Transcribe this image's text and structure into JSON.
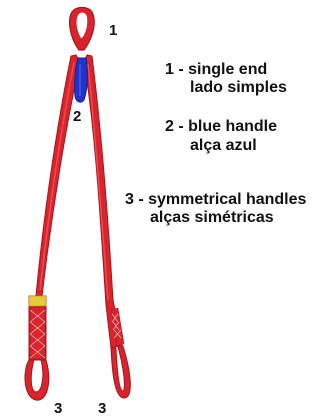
{
  "colors": {
    "strap": "#d8242c",
    "strap_dark": "#a8141b",
    "strap_light": "#ee4a50",
    "handle": "#2233cc",
    "label_tag": "#e8c840",
    "text": "#111111"
  },
  "callouts": {
    "top_number": "1",
    "handle_number": "2",
    "left_bottom_number": "3",
    "right_bottom_number": "3"
  },
  "legend": [
    {
      "line1": "1 - single end",
      "line2": "lado simples"
    },
    {
      "line1": "2 - blue handle",
      "line2": "alça azul"
    },
    {
      "line1": "3 - symmetrical handles",
      "line2": "alças simétricas"
    }
  ]
}
